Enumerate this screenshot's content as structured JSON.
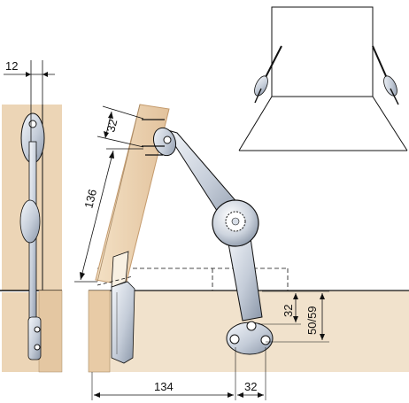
{
  "colors": {
    "wood": "#ecd5b6",
    "wood_edge": "#c49a6c",
    "panel": "#f1e2cc",
    "metal_light": "#eef2f7",
    "metal_mid": "#c4ccd8",
    "metal_dark": "#8a96a8",
    "line": "#111111"
  },
  "dimensions": {
    "side_offset": "12",
    "door_hole_spacing": "32",
    "door_height_to_hole": "136",
    "base_vertical_spacing": "32",
    "base_vertical_range": "50/59",
    "horizontal_distance": "134",
    "base_horizontal_spacing": "32"
  },
  "icons": {
    "cabinet_inset": "cabinet-outline-icon",
    "hinge": "lift-stay-icon"
  }
}
